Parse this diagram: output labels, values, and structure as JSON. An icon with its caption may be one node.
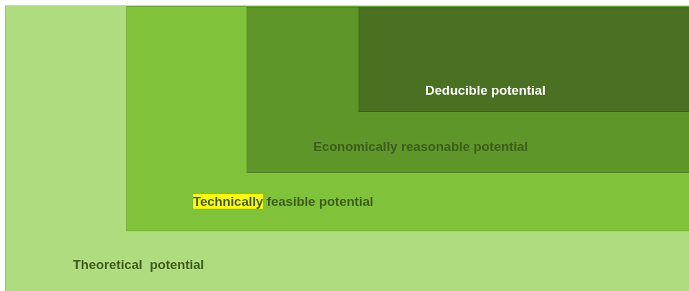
{
  "diagram": {
    "nodes": [
      {
        "text": [
          "Theoretical  potential"
        ]
      },
      {
        "text": [
          "Technically feasible potential"
        ],
        "in": 0
      },
      {
        "text": [
          "Economically reasonable potential"
        ],
        "in": 1
      },
      {
        "text": [
          "Deducible potential"
        ],
        "in": 2
      }
    ]
  }
}
